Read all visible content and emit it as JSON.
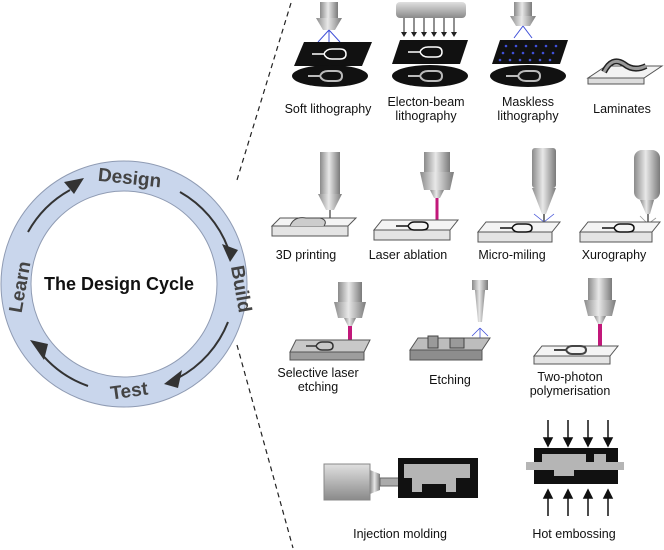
{
  "cycle": {
    "title": "The Design Cycle",
    "stages": [
      "Design",
      "Build",
      "Test",
      "Learn"
    ],
    "ring_color": "#c9d6ec",
    "ring_stroke": "#8f9bb3"
  },
  "methods": [
    {
      "id": "soft-lithography",
      "label": "Soft lithography"
    },
    {
      "id": "electron-beam-lithography",
      "label_line1": "Electon-beam",
      "label_line2": "lithography"
    },
    {
      "id": "maskless-lithography",
      "label_line1": "Maskless",
      "label_line2": "lithography"
    },
    {
      "id": "laminates",
      "label": "Laminates"
    },
    {
      "id": "3d-printing",
      "label": "3D printing"
    },
    {
      "id": "laser-ablation",
      "label": "Laser ablation"
    },
    {
      "id": "micro-milling",
      "label": "Micro-miling"
    },
    {
      "id": "xurography",
      "label": "Xurography"
    },
    {
      "id": "selective-laser-etching",
      "label_line1": "Selective laser",
      "label_line2": "etching"
    },
    {
      "id": "etching",
      "label": "Etching"
    },
    {
      "id": "two-photon-polymerisation",
      "label_line1": "Two-photon",
      "label_line2": "polymerisation"
    },
    {
      "id": "injection-molding",
      "label": "Injection molding"
    },
    {
      "id": "hot-embossing",
      "label": "Hot embossing"
    }
  ],
  "colors": {
    "laser": "#c2187a",
    "beam": "#4050d8",
    "dark": "#111111",
    "grey": "#b5b5b5"
  }
}
